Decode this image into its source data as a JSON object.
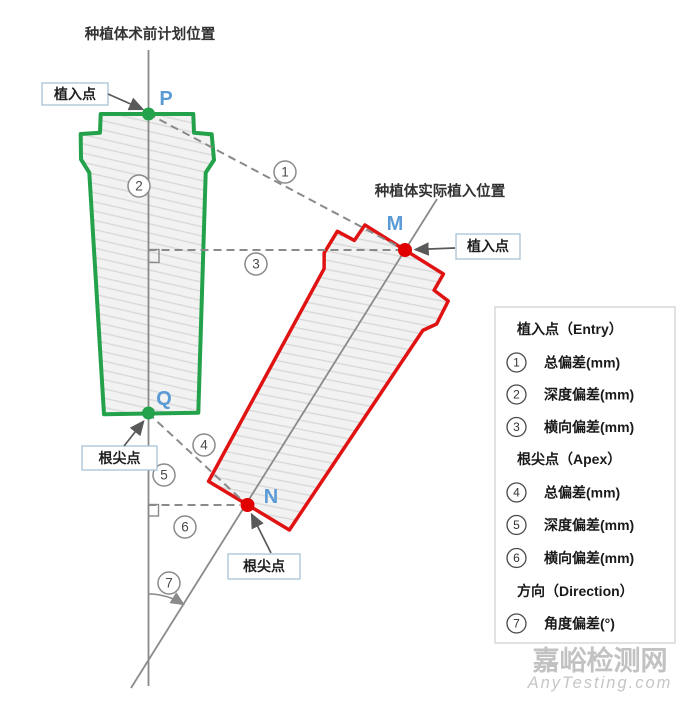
{
  "titles": {
    "planned": "种植体术前计划位置",
    "actual": "种植体实际植入位置"
  },
  "points": {
    "entry_planned": "P",
    "apex_planned": "Q",
    "entry_actual": "M",
    "apex_actual": "N"
  },
  "callouts": {
    "entry": "植入点",
    "apex": "根尖点"
  },
  "legend": {
    "sections": [
      {
        "header": "植入点（Entry）",
        "items": [
          {
            "num": "1",
            "label": "总偏差(mm)"
          },
          {
            "num": "2",
            "label": "深度偏差(mm)"
          },
          {
            "num": "3",
            "label": "横向偏差(mm)"
          }
        ]
      },
      {
        "header": "根尖点（Apex）",
        "items": [
          {
            "num": "4",
            "label": "总偏差(mm)"
          },
          {
            "num": "5",
            "label": "深度偏差(mm)"
          },
          {
            "num": "6",
            "label": "横向偏差(mm)"
          }
        ]
      },
      {
        "header": "方向（Direction）",
        "items": [
          {
            "num": "7",
            "label": "角度偏差(°)"
          }
        ]
      }
    ]
  },
  "watermark": {
    "name": "嘉峪检测网",
    "site": "AnyTesting.com"
  },
  "colors": {
    "planned_outline": "#23A24B",
    "actual_outline": "#E01212",
    "point_letter": "#5B9BD5",
    "guide_line": "#8a8a8a",
    "callout_border": "#a6c3d6",
    "hatch_fill": "#f2f2f2",
    "hatch_line": "#d7d7d7"
  }
}
